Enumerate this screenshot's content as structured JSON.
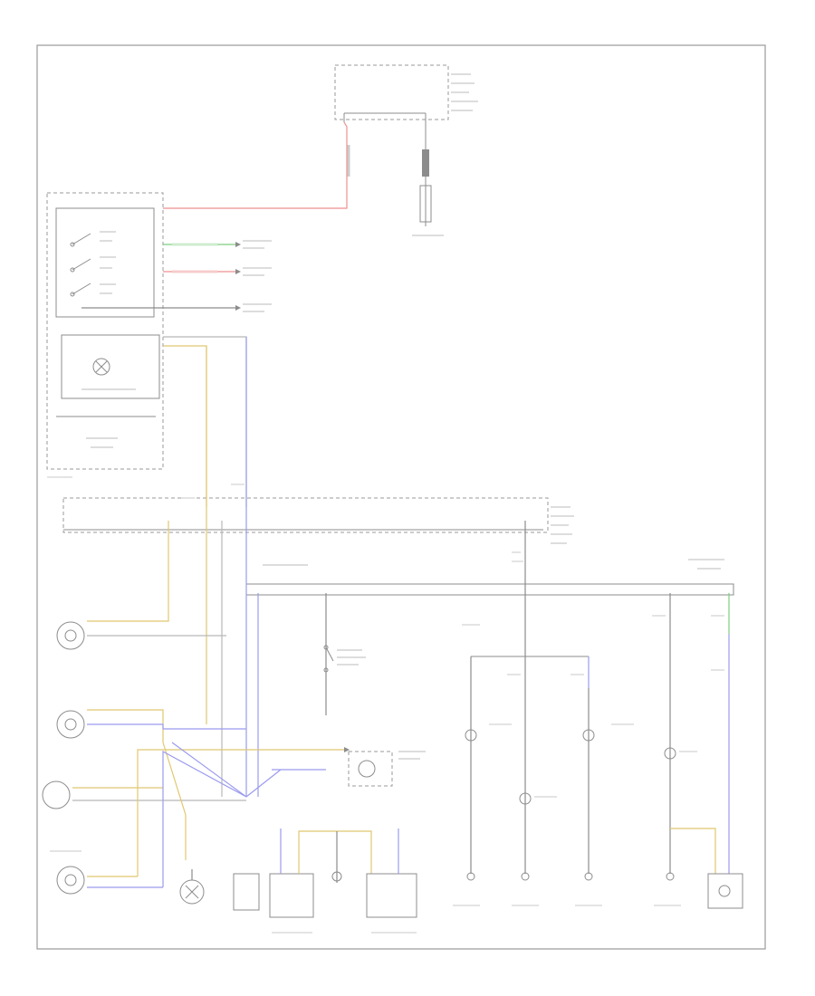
{
  "diagram": {
    "corner_label": "",
    "colors": {
      "frame": "#9a9a9a",
      "ground_wire": "#8c8c8c",
      "red_wire": "#ee8f8f",
      "green_wire": "#7fcf7f",
      "blue_wire": "#9b9bef",
      "yellow_wire": "#e0c870",
      "gray_wire": "#b8b8b8"
    },
    "components": [
      {
        "id": "fuse-top",
        "label": ""
      },
      {
        "id": "battery",
        "label": ""
      },
      {
        "id": "light-switch",
        "label": ""
      },
      {
        "id": "illumination",
        "label": ""
      },
      {
        "id": "fuse-panel",
        "label": ""
      },
      {
        "id": "instrument-cluster",
        "label": ""
      },
      {
        "id": "back-up-lamp-switch",
        "label": ""
      },
      {
        "id": "left-front-side-marker",
        "label": ""
      },
      {
        "id": "right-front-side-marker",
        "label": ""
      },
      {
        "id": "rear-lamp",
        "label": ""
      },
      {
        "id": "license-lamp",
        "label": ""
      }
    ]
  }
}
